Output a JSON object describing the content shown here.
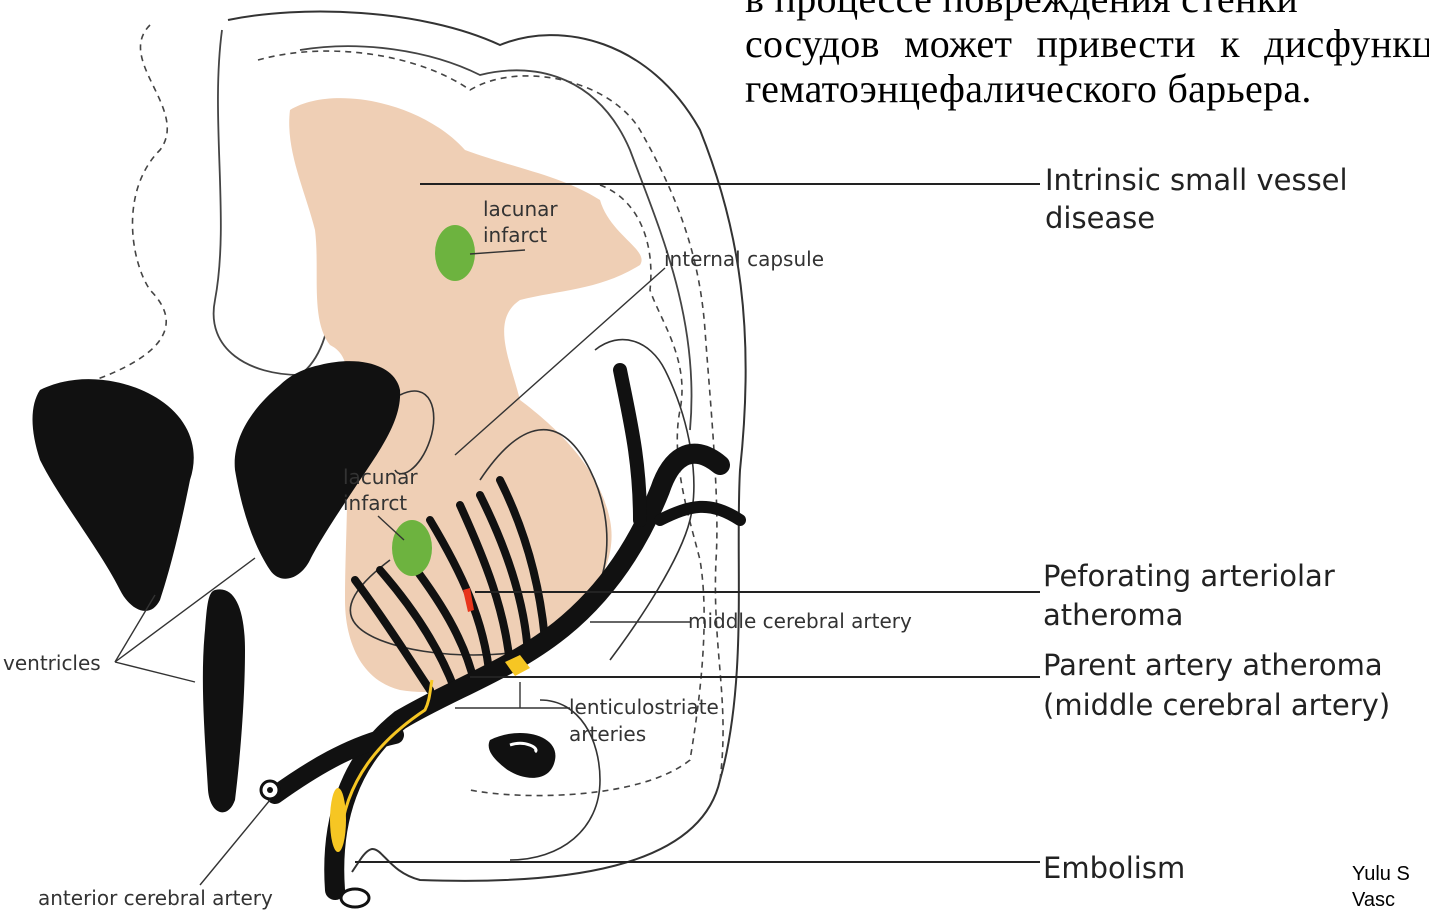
{
  "header_text": {
    "line1": "в процессе повреждения стенки",
    "line2": "сосудов может привести к дисфункции",
    "line3": "гематоэнцефалического барьера."
  },
  "annotations": {
    "intrinsic_line1": "Intrinsic small vessel",
    "intrinsic_line2": "disease",
    "perforating_line1": "Peforating arteriolar",
    "perforating_line2": "atheroma",
    "parent_line1": "Parent artery atheroma",
    "parent_line2": "(middle cerebral artery)",
    "embolism": "Embolism"
  },
  "labels": {
    "lacunar_top_1": "lacunar",
    "lacunar_top_2": "infarct",
    "internal_capsule": "internal capsule",
    "lacunar_mid_1": "lacunar",
    "lacunar_mid_2": "infarct",
    "middle_cerebral_artery": "middle cerebral artery",
    "ventricles": "ventricles",
    "lenticulostriate_1": "lenticulostriate",
    "lenticulostriate_2": "arteries",
    "anterior_cerebral_artery": "anterior cerebral artery"
  },
  "citation": {
    "line1": "Yulu S",
    "line2": "Vasc"
  },
  "colors": {
    "white_matter": "#efcfb5",
    "infarct": "#6db33f",
    "atheroma": "#e8351b",
    "embolus": "#f6c623",
    "artery": "#111111",
    "outline": "#333333"
  }
}
